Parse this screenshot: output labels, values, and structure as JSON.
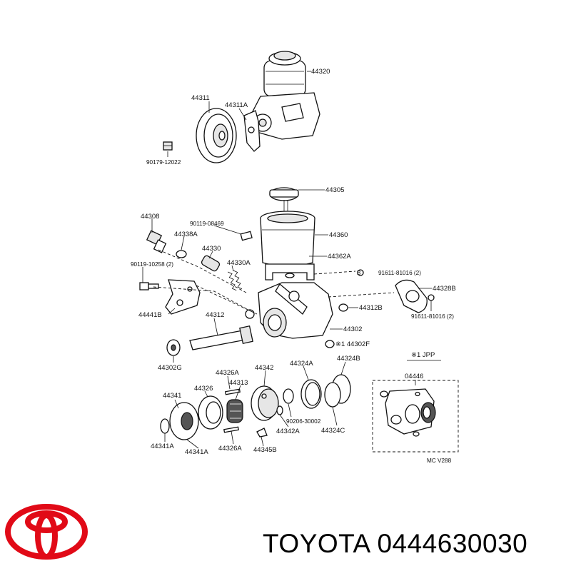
{
  "labels": {
    "p44320": "44320",
    "p44311": "44311",
    "p44311A": "44311A",
    "p90179_12022": "90179-12022",
    "p44305": "44305",
    "p44308": "44308",
    "p90119_08469": "90119-08469",
    "p44338A": "44338A",
    "p44360": "44360",
    "p44330": "44330",
    "p44362A": "44362A",
    "p90119_10258": "90119-10258 (2)",
    "p44330A": "44330A",
    "p91611_81016a": "91611-81016 (2)",
    "p44328B": "44328B",
    "p44441B": "44441B",
    "p44312": "44312",
    "p44312B": "44312B",
    "p91611_81016b": "91611-81016 (2)",
    "p44302": "44302",
    "p44302F": "※1 44302F",
    "p44302G": "44302G",
    "p44324B": "44324B",
    "jpp_note": "※1 JPP",
    "p44324A": "44324A",
    "p44342": "44342",
    "p44326A_top": "44326A",
    "p44313": "44313",
    "p44341": "44341",
    "p44326": "44326",
    "p04446": "04446",
    "p90206_30002": "90206-30002",
    "p44342A": "44342A",
    "p44324C": "44324C",
    "p44341A_left": "44341A",
    "p44341A": "44341A",
    "p44326A_bottom": "44326A",
    "p44345B": "44345B",
    "mc_code": "MC  V288"
  },
  "brand": {
    "caption": "TOYOTA 0444630030",
    "logo_alt": "TOYOTA",
    "logo_color": "#e10a17"
  }
}
